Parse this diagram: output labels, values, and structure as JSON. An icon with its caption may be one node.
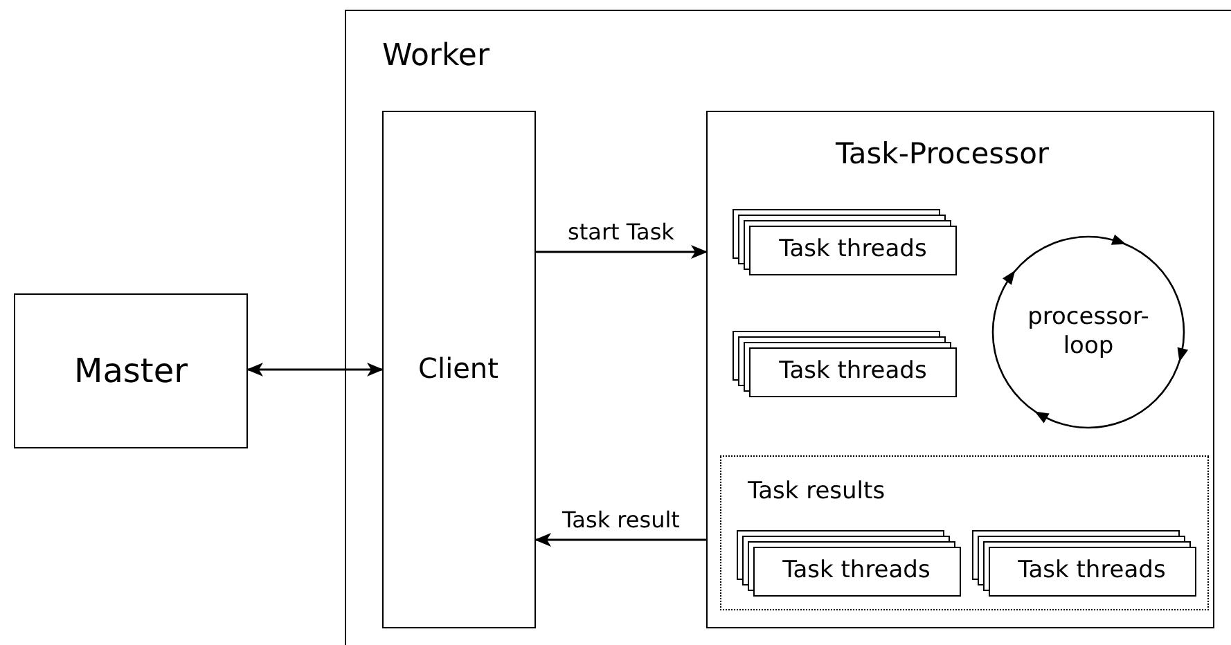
{
  "diagram": {
    "nodes": [
      {
        "text": [
          "Worker"
        ]
      },
      {
        "text": [
          "Master"
        ]
      },
      {
        "text": [
          "Client"
        ],
        "in": 0
      },
      {
        "text": [
          "Task-Processor"
        ],
        "in": 0
      },
      {
        "text": [
          "Task threads"
        ],
        "in": 3
      },
      {
        "text": [
          "processor-loop"
        ],
        "in": 3
      },
      {
        "text": [
          "Task threads"
        ],
        "in": 3
      },
      {
        "text": [
          "Task results"
        ],
        "in": 3
      },
      {
        "text": [
          "Task threads"
        ],
        "in": 7
      },
      {
        "text": [
          "Task threads"
        ],
        "in": 7
      }
    ],
    "edges": [
      {
        "from": 1,
        "to": 2,
        "arrow": "both"
      },
      {
        "from": 2,
        "to": 3,
        "arrow": "to",
        "label": "start Task"
      },
      {
        "from": 3,
        "to": 2,
        "arrow": "to",
        "label": "Task result"
      }
    ]
  }
}
